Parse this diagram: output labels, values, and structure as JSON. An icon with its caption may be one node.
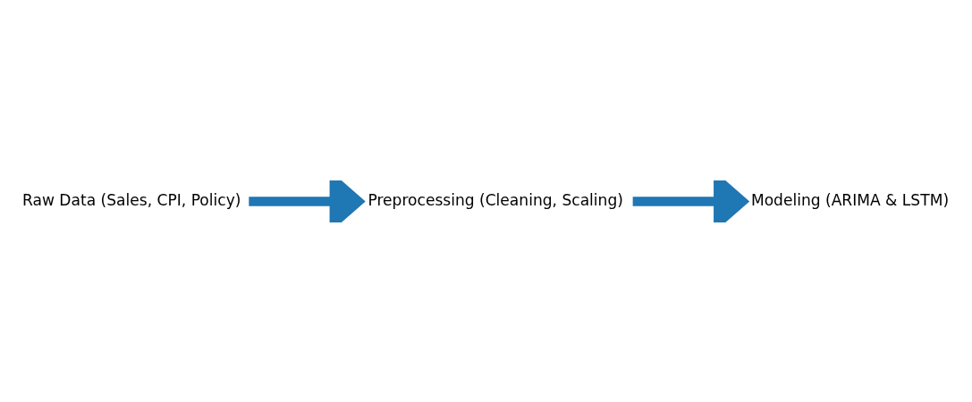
{
  "diagram": {
    "nodes": [
      {
        "text": [
          "Raw Data (Sales, CPI, Policy)"
        ]
      },
      {
        "text": [
          "Preprocessing (Cleaning, Scaling)"
        ]
      },
      {
        "text": [
          "Modeling (ARIMA & LSTM)"
        ]
      }
    ],
    "edges": [
      {
        "from": 0,
        "to": 1,
        "arrow": "to",
        "color": "#1f77b4"
      },
      {
        "from": 1,
        "to": 2,
        "arrow": "to",
        "color": "#1f77b4"
      }
    ]
  }
}
